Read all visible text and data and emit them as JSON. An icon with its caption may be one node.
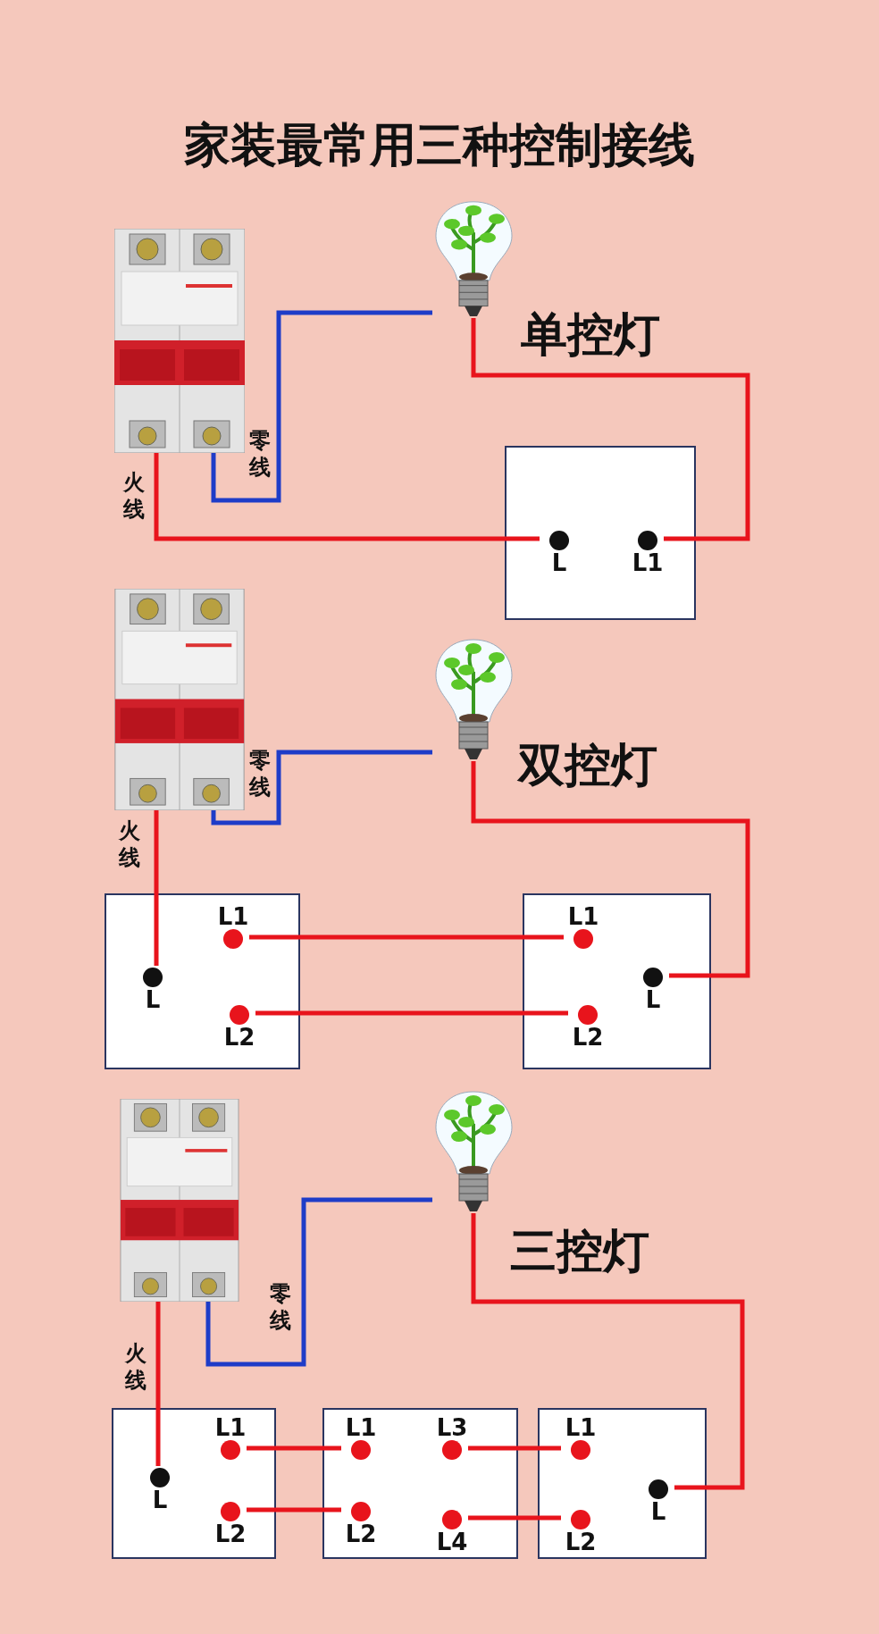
{
  "diagram": {
    "title": "家装最常用三种控制接线",
    "nodes": [
      {
        "text": [],
        "shape": "picture"
      },
      {
        "text": [],
        "shape": "picture"
      },
      {
        "text": [],
        "shape": "box"
      },
      {
        "text": [
          "L"
        ],
        "in": 2
      },
      {
        "text": [
          "L1"
        ],
        "in": 2
      },
      {
        "text": [],
        "shape": "picture"
      },
      {
        "text": [],
        "shape": "picture"
      },
      {
        "text": [],
        "shape": "box"
      },
      {
        "text": [
          "L1"
        ],
        "in": 7
      },
      {
        "text": [
          "L"
        ],
        "in": 7
      },
      {
        "text": [
          "L2"
        ],
        "in": 7
      },
      {
        "text": [],
        "shape": "box"
      },
      {
        "text": [
          "L1"
        ],
        "in": 11
      },
      {
        "text": [
          "L"
        ],
        "in": 11
      },
      {
        "text": [
          "L2"
        ],
        "in": 11
      },
      {
        "text": [],
        "shape": "picture"
      },
      {
        "text": [],
        "shape": "picture"
      },
      {
        "text": [],
        "shape": "box"
      },
      {
        "text": [
          "L1"
        ],
        "in": 17
      },
      {
        "text": [
          "L"
        ],
        "in": 17
      },
      {
        "text": [
          "L2"
        ],
        "in": 17
      },
      {
        "text": [],
        "shape": "box"
      },
      {
        "text": [
          "L1"
        ],
        "in": 21
      },
      {
        "text": [
          "L3"
        ],
        "in": 21
      },
      {
        "text": [
          "L2"
        ],
        "in": 21
      },
      {
        "text": [
          "L4"
        ],
        "in": 21
      },
      {
        "text": [],
        "shape": "box"
      },
      {
        "text": [
          "L1"
        ],
        "in": 26
      },
      {
        "text": [
          "L"
        ],
        "in": 26
      },
      {
        "text": [
          "L2"
        ],
        "in": 26
      }
    ],
    "edges": [
      {
        "from": 0,
        "to": 1,
        "arrow": "none",
        "label": "零线",
        "color": "#1e3cc8"
      },
      {
        "from": 0,
        "to": 3,
        "arrow": "none",
        "label": "火线"
      },
      {
        "from": 4,
        "to": 1,
        "arrow": "none"
      },
      {
        "from": 5,
        "to": 6,
        "arrow": "none",
        "label": "零线",
        "color": "#1e3cc8"
      },
      {
        "from": 5,
        "to": 9,
        "arrow": "none",
        "label": "火线"
      },
      {
        "from": 8,
        "to": 12,
        "arrow": "none"
      },
      {
        "from": 10,
        "to": 14,
        "arrow": "none"
      },
      {
        "from": 13,
        "to": 6,
        "arrow": "none"
      },
      {
        "from": 15,
        "to": 16,
        "arrow": "none",
        "label": "零线",
        "color": "#1e3cc8"
      },
      {
        "from": 15,
        "to": 19,
        "arrow": "none",
        "label": "火线"
      },
      {
        "from": 18,
        "to": 22,
        "arrow": "none"
      },
      {
        "from": 20,
        "to": 24,
        "arrow": "none"
      },
      {
        "from": 23,
        "to": 27,
        "arrow": "none"
      },
      {
        "from": 25,
        "to": 29,
        "arrow": "none"
      },
      {
        "from": 28,
        "to": 16,
        "arrow": "none"
      }
    ],
    "labels": [
      "单控灯",
      "双控灯",
      "三控灯"
    ]
  }
}
